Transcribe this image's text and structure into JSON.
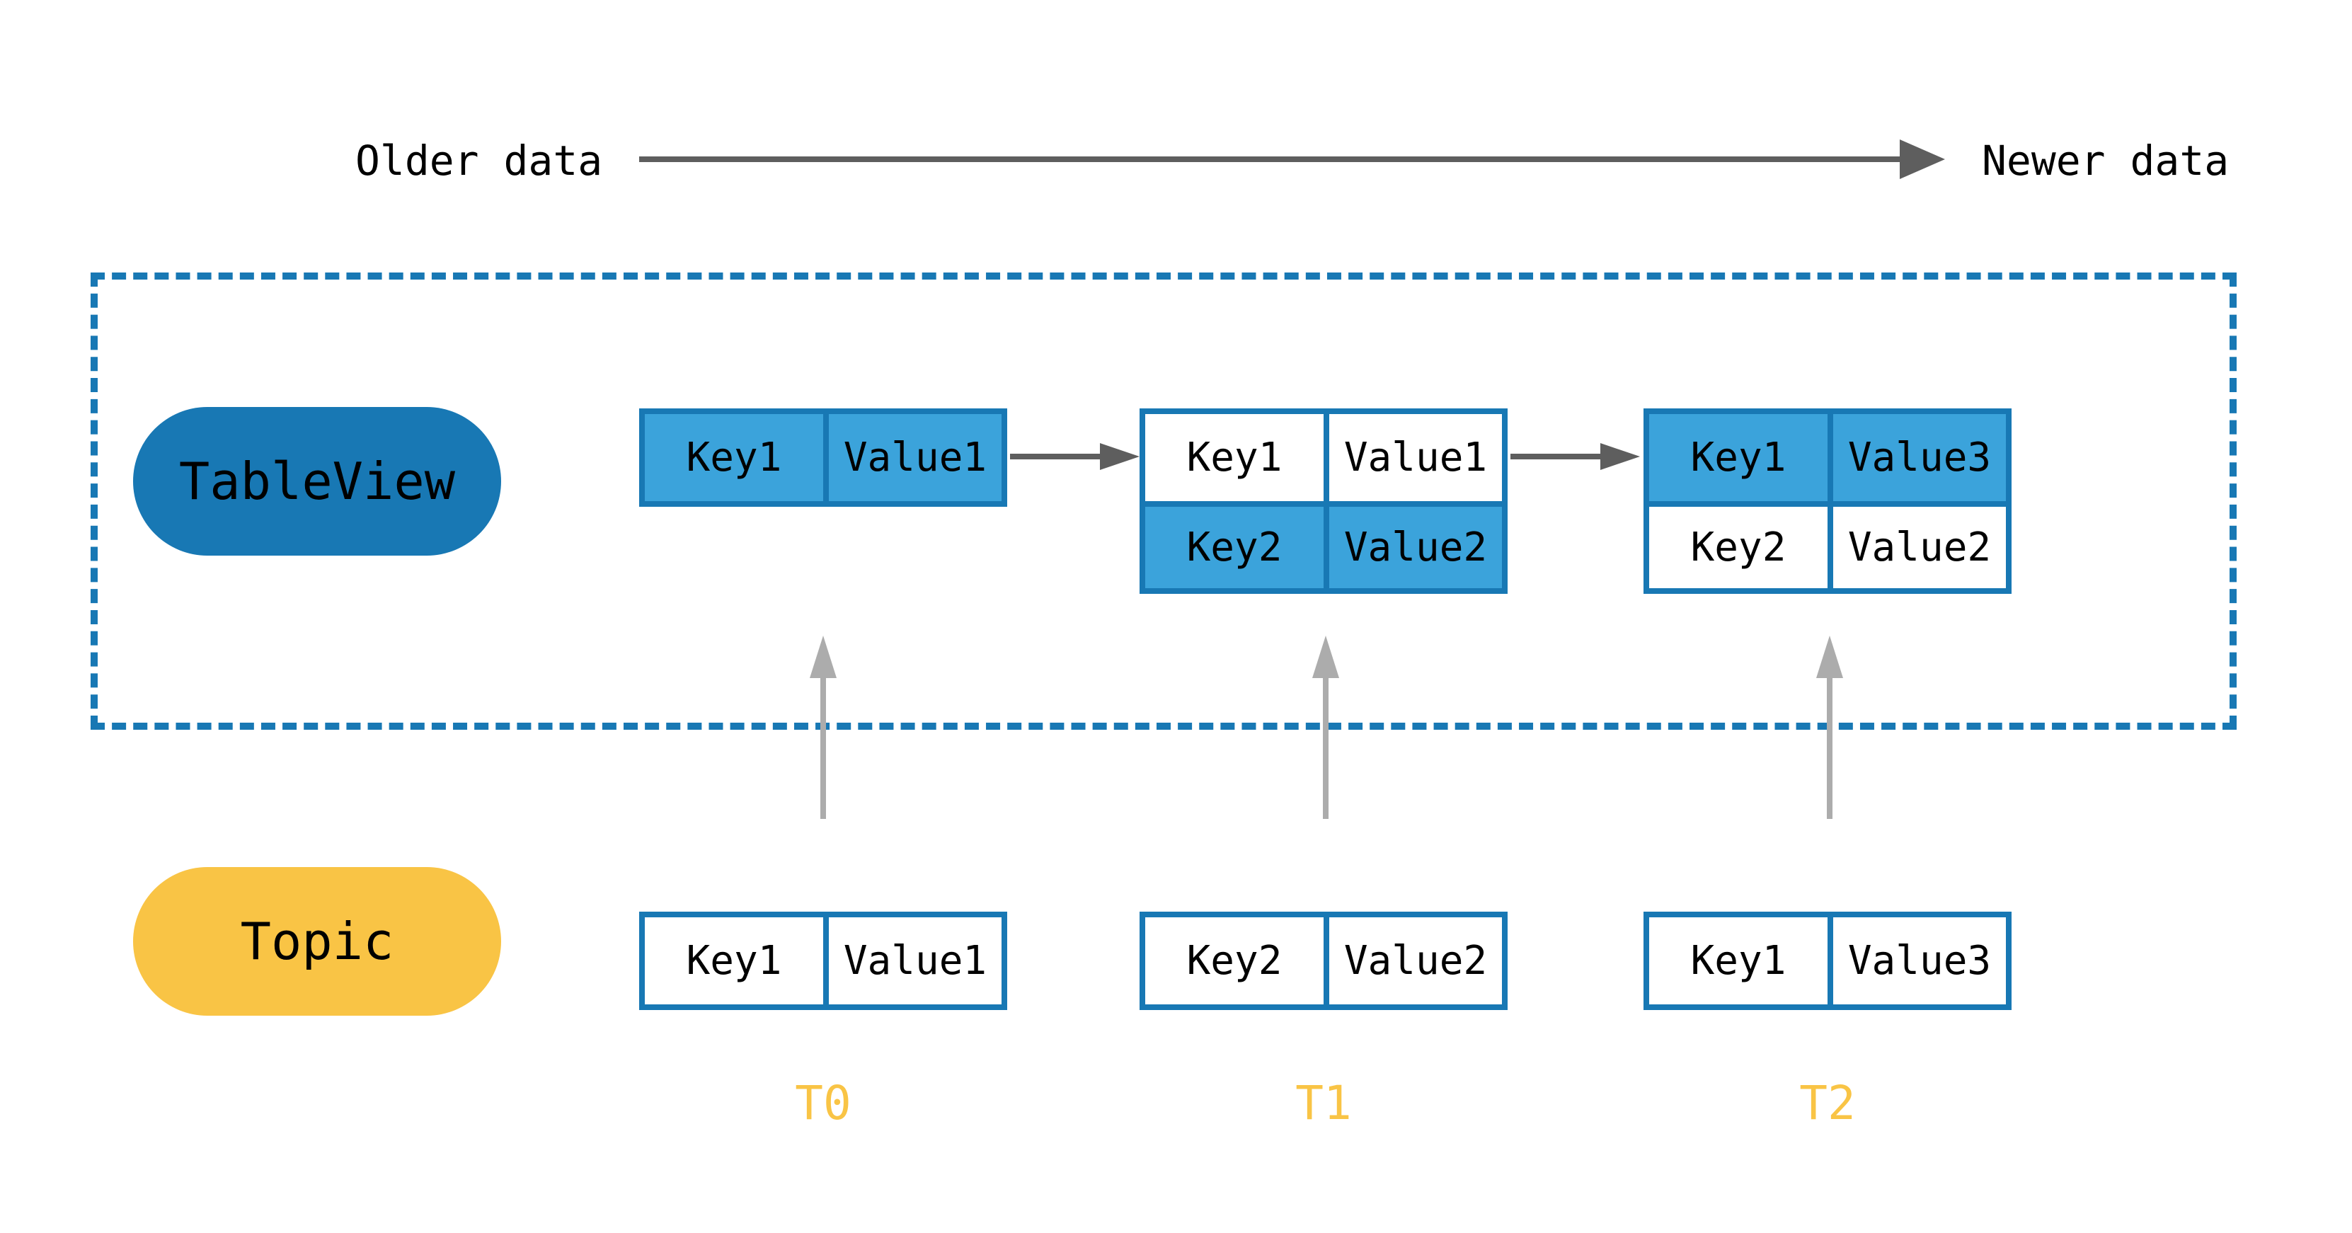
{
  "axis": {
    "older_label": "Older data",
    "newer_label": "Newer data"
  },
  "tableview": {
    "label": "TableView",
    "states": [
      {
        "time": "T0",
        "rows": [
          {
            "key": "Key1",
            "value": "Value1",
            "highlight": true
          }
        ]
      },
      {
        "time": "T1",
        "rows": [
          {
            "key": "Key1",
            "value": "Value1",
            "highlight": false
          },
          {
            "key": "Key2",
            "value": "Value2",
            "highlight": true
          }
        ]
      },
      {
        "time": "T2",
        "rows": [
          {
            "key": "Key1",
            "value": "Value3",
            "highlight": true
          },
          {
            "key": "Key2",
            "value": "Value2",
            "highlight": false
          }
        ]
      }
    ]
  },
  "topic": {
    "label": "Topic",
    "messages": [
      {
        "time": "T0",
        "key": "Key1",
        "value": "Value1"
      },
      {
        "time": "T1",
        "key": "Key2",
        "value": "Value2"
      },
      {
        "time": "T2",
        "key": "Key1",
        "value": "Value3"
      }
    ]
  },
  "colors": {
    "blue_dark": "#1878B4",
    "blue_light": "#3BA3DB",
    "yellow": "#F9C445",
    "gray_dark": "#5E5E5E",
    "gray_light": "#ACACAC",
    "ink": "#000000",
    "bg": "#FFFFFF"
  }
}
